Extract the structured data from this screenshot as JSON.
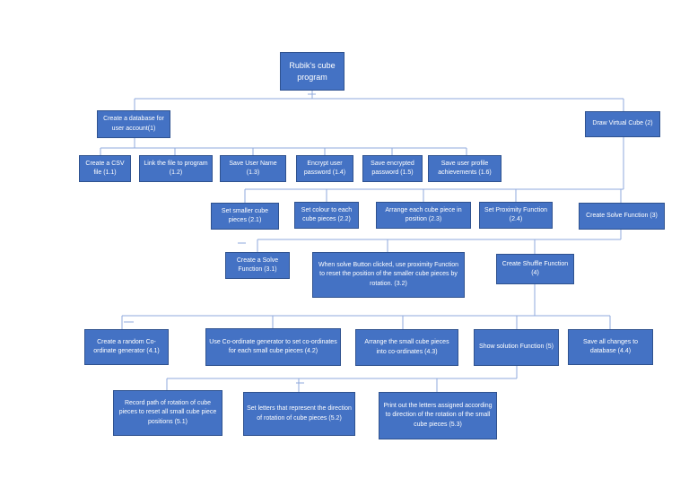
{
  "colors": {
    "box_fill": "#4472c4",
    "box_border": "#2f528f",
    "connector": "#8faadc",
    "text": "#ffffff"
  },
  "nodes": {
    "root": "Rubik's cube program",
    "n1": "Create a database for user account(1)",
    "n2": "Draw Virtual Cube (2)",
    "n1_1": "Create a CSV file (1.1)",
    "n1_2": "Link the file to program (1.2)",
    "n1_3": "Save User Name (1.3)",
    "n1_4": "Encrypt user password (1.4)",
    "n1_5": "Save encrypted password (1.5)",
    "n1_6": "Save user profile achievements (1.6)",
    "n2_1": "Set smaller cube pieces (2.1)",
    "n2_2": "Set colour to each cube pieces (2.2)",
    "n2_3": "Arrange each cube piece in position (2.3)",
    "n2_4": "Set Proximity Function (2.4)",
    "n3": "Create Solve Function (3)",
    "n3_1": "Create a Solve Function (3.1)",
    "n3_2": "When solve Button clicked, use proximity Function to reset the position of the smaller cube pieces by rotation. (3.2)",
    "n4": "Create Shuffle Function (4)",
    "n4_1": "Create a random Co-ordinate generator (4.1)",
    "n4_2": "Use Co-ordinate generator to set co-ordinates for each small cube pieces (4.2)",
    "n4_3": "Arrange the small cube pieces into co-ordinates (4.3)",
    "n5": "Show solution Function (5)",
    "n4_4": "Save all changes to database (4.4)",
    "n5_1": "Record path of rotation of cube pieces to reset all small cube piece positions (5.1)",
    "n5_2": "Set letters that represent the direction of rotation of cube pieces (5.2)",
    "n5_3": "Print out the letters assigned according to direction of the rotation of the small cube pieces (5.3)"
  }
}
